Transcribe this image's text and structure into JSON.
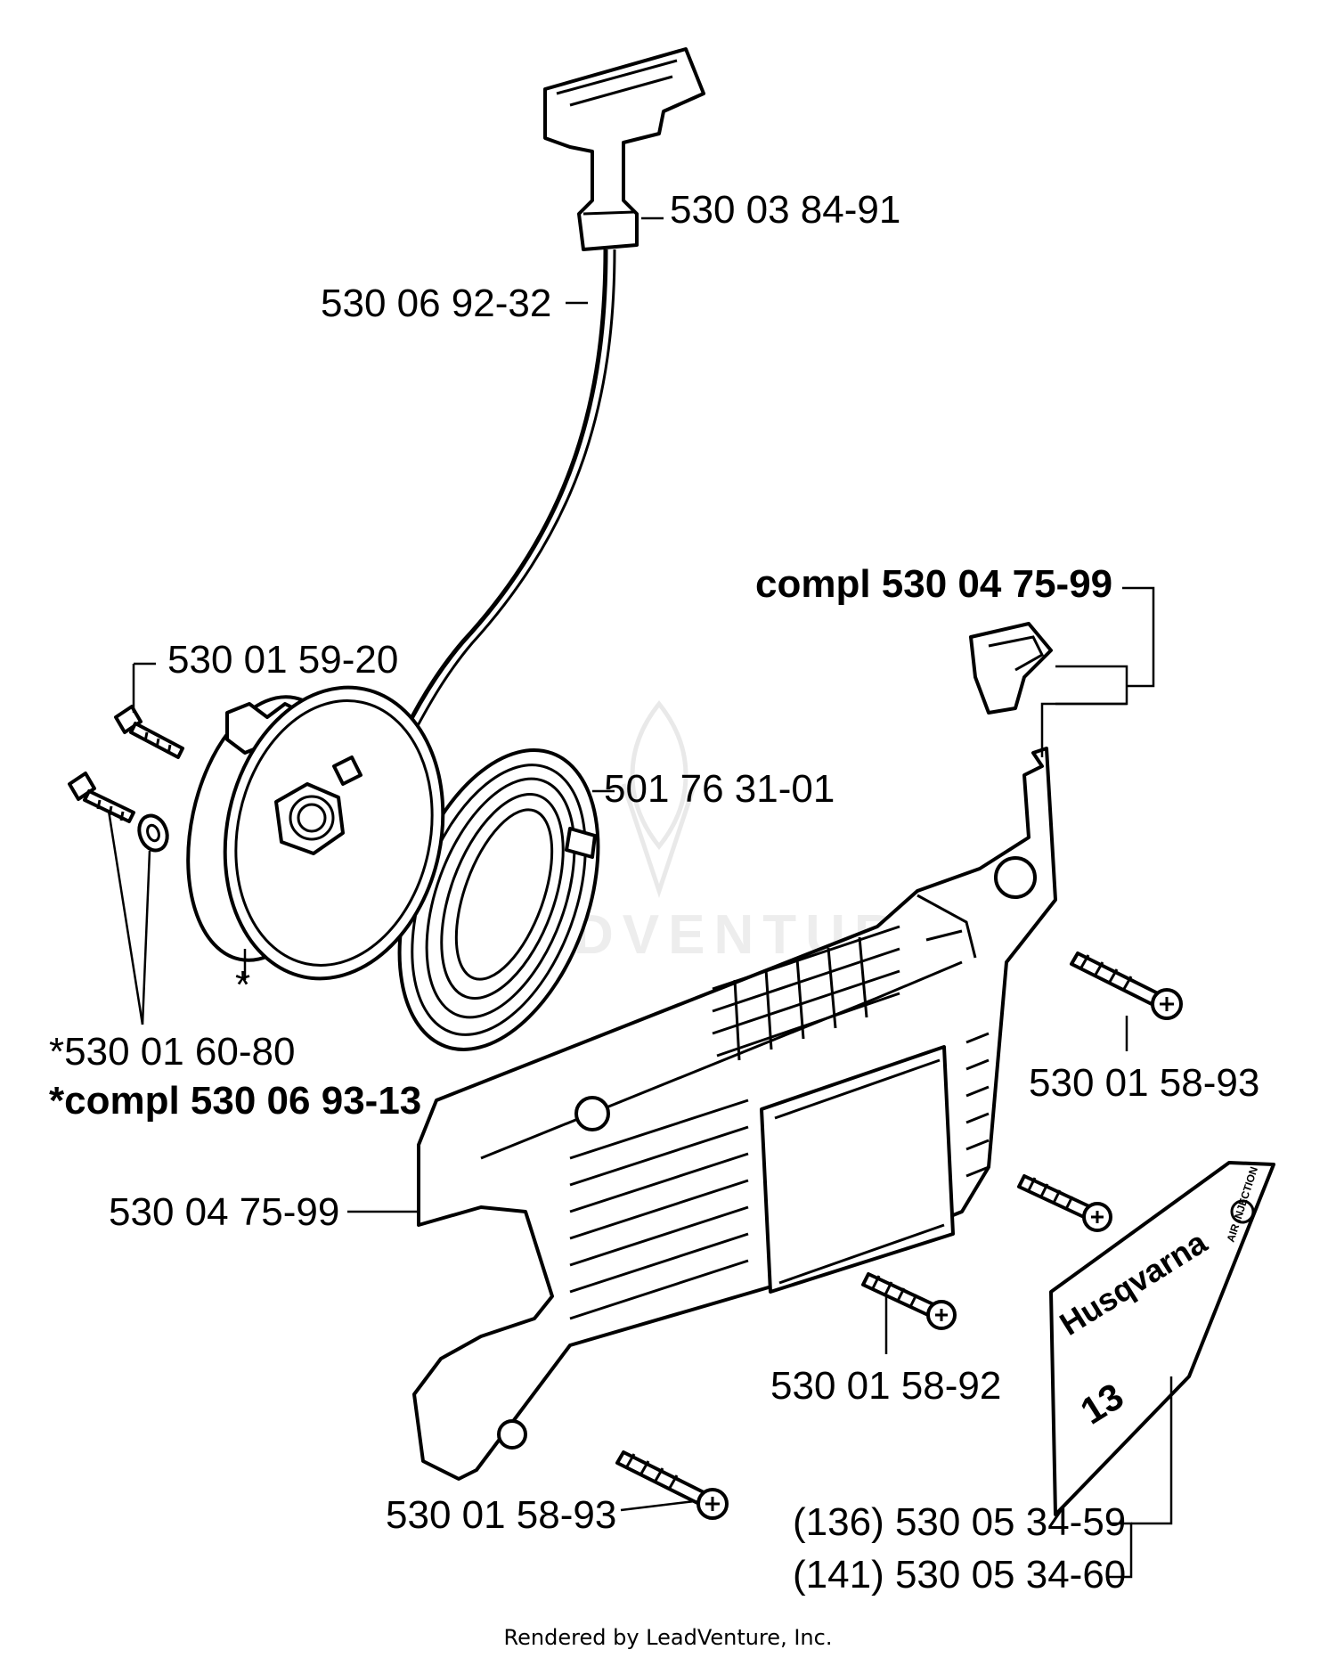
{
  "labels": {
    "handle": "530 03 84-91",
    "rope": "530 06 92-32",
    "compl_top": "compl 530 04 75-99",
    "screw_top": "530 01 59-20",
    "spring": "501 76 31-01",
    "asterisk": "*",
    "screw_washer": "*530 01 60-80",
    "compl_pulley": "*compl 530 06 93-13",
    "screw_right": "530 01 58-93",
    "housing": "530 04 75-99",
    "screws_mid": "530 01 58-92",
    "screw_bottom": "530 01 58-93",
    "decal_136": "(136) 530 05 34-59",
    "decal_141": "(141) 530 05 34-60"
  },
  "decal": {
    "brand": "Husqvarna",
    "model": "13",
    "badge": "AIR INJECTION"
  },
  "watermark": "LEADVENTURE",
  "footer": "Rendered by LeadVenture, Inc."
}
